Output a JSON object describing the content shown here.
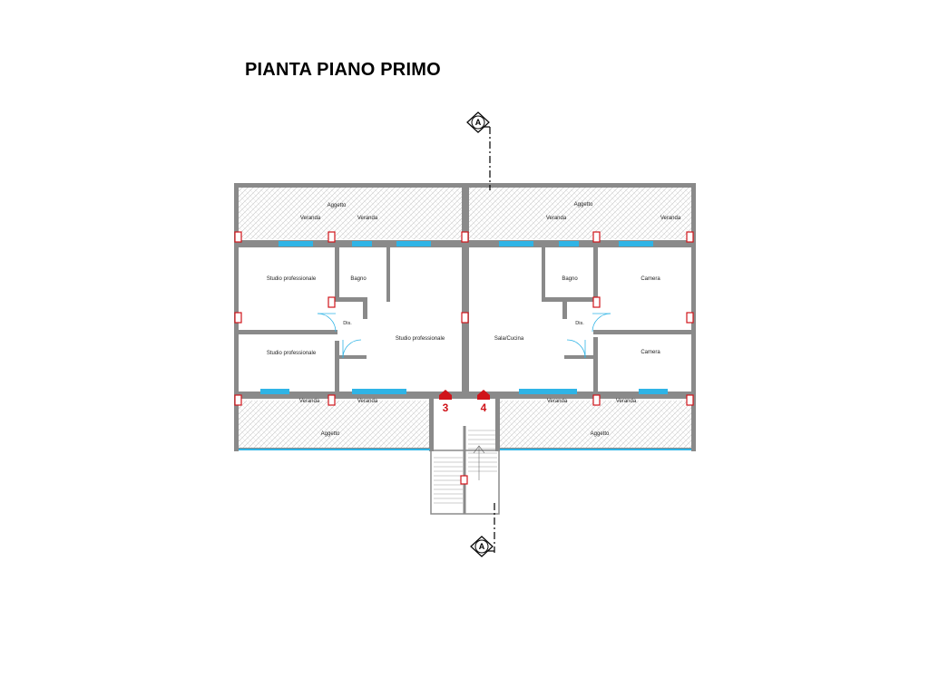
{
  "title": "PIANTA PIANO PRIMO",
  "section_marker": "A",
  "rooms": {
    "aggetto_top_left": "Aggetto",
    "veranda_top_1": "Veranda",
    "veranda_top_2": "Veranda",
    "aggetto_top_right": "Aggetto",
    "veranda_top_3": "Veranda",
    "veranda_top_4": "Veranda",
    "studio_1": "Studio professionale",
    "bagno_left": "Bagno",
    "dis_left": "Dis.",
    "studio_2": "Studio professionale",
    "studio_3": "Studio professionale",
    "sala_cucina": "Sala/Cucina",
    "bagno_right": "Bagno",
    "dis_right": "Dis.",
    "camera_1": "Camera",
    "camera_2": "Camera",
    "veranda_bottom_1": "Veranda",
    "veranda_bottom_2": "Veranda",
    "veranda_bottom_3": "Veranda",
    "veranda_bottom_4": "Veranda",
    "aggetto_bottom_left": "Aggetto",
    "aggetto_bottom_right": "Aggetto"
  },
  "entrances": [
    "3",
    "4"
  ],
  "colors": {
    "wall": "#8a8a8a",
    "window": "#2fb4e6",
    "column": "#d0141a",
    "entrance": "#d0141a",
    "hatch": "#c8c8c8"
  }
}
